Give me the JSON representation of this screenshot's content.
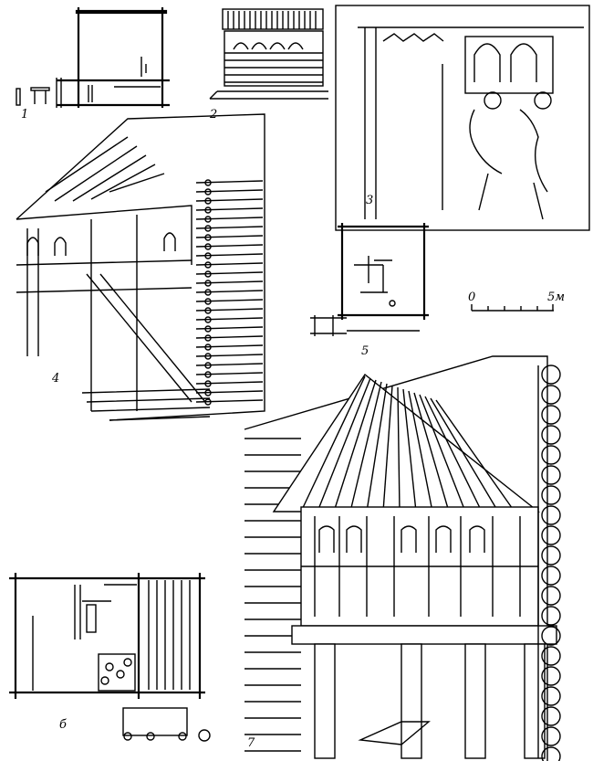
{
  "figure_labels": {
    "fig1": "1",
    "fig2": "2",
    "fig3": "3",
    "fig4": "4",
    "fig5": "5",
    "fig6": "б",
    "fig7": "7"
  },
  "scale_bar": {
    "start": "0",
    "end": "5м"
  },
  "colors": {
    "ink": "#000000",
    "paper": "#ffffff"
  }
}
